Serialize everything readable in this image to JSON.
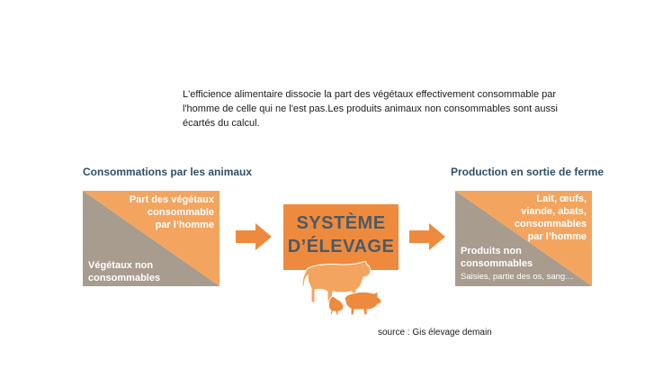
{
  "intro_text": "L'efficience alimentaire dissocie la part des végétaux effectivement consommable par l'homme de celle qui ne l'est pas.Les produits animaux non consommables sont aussi écartés du calcul.",
  "left": {
    "heading": "Consommations par les animaux",
    "upper_lines": [
      "Part des végétaux",
      "consommable",
      "par l’homme"
    ],
    "lower_lines": [
      "Végétaux non",
      "consommables"
    ]
  },
  "center": {
    "title_lines": [
      "SYSTÈME",
      "D’ÉLEVAGE"
    ],
    "animals_icon": "farm-animals-icon"
  },
  "right": {
    "heading": "Production en sortie de ferme",
    "upper_lines": [
      "Lait, œufs,",
      "viande, abats,",
      "consommables",
      "par l’homme"
    ],
    "lower_lines": [
      "Produits non",
      "consommables"
    ],
    "lower_note": "Saisies, partie des os, sang…"
  },
  "source": "source : Gis élevage demain",
  "colors": {
    "orange": "#ee8a3d",
    "light_orange": "#f3a560",
    "taupe": "#a89c8e",
    "navy_text": "#2f4f67",
    "title_text": "#4a5a68"
  }
}
